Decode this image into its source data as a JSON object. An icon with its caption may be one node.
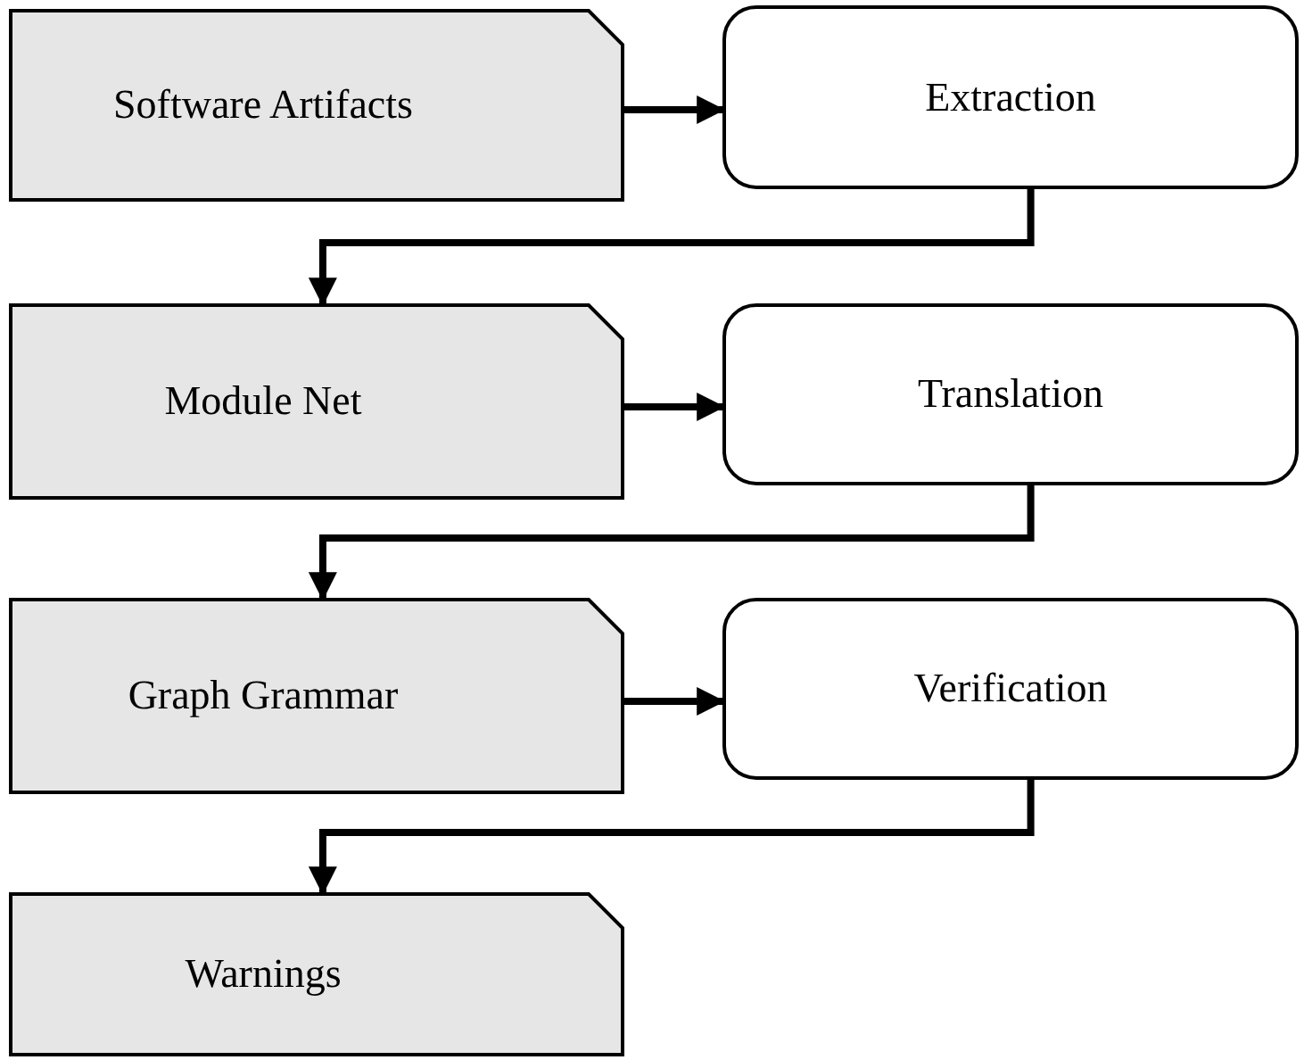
{
  "diagram": {
    "nodes": [
      {
        "text": [
          "Software Artifacts"
        ]
      },
      {
        "text": [
          "Extraction"
        ]
      },
      {
        "text": [
          "Module Net"
        ]
      },
      {
        "text": [
          "Translation"
        ]
      },
      {
        "text": [
          "Graph Grammar"
        ]
      },
      {
        "text": [
          "Verification"
        ]
      },
      {
        "text": [
          "Warnings"
        ]
      }
    ],
    "edges": [
      {
        "from": 0,
        "to": 1,
        "arrow": "to"
      },
      {
        "from": 1,
        "to": 2,
        "arrow": "to"
      },
      {
        "from": 2,
        "to": 3,
        "arrow": "to"
      },
      {
        "from": 3,
        "to": 4,
        "arrow": "to"
      },
      {
        "from": 4,
        "to": 5,
        "arrow": "to"
      },
      {
        "from": 5,
        "to": 6,
        "arrow": "to"
      }
    ]
  }
}
